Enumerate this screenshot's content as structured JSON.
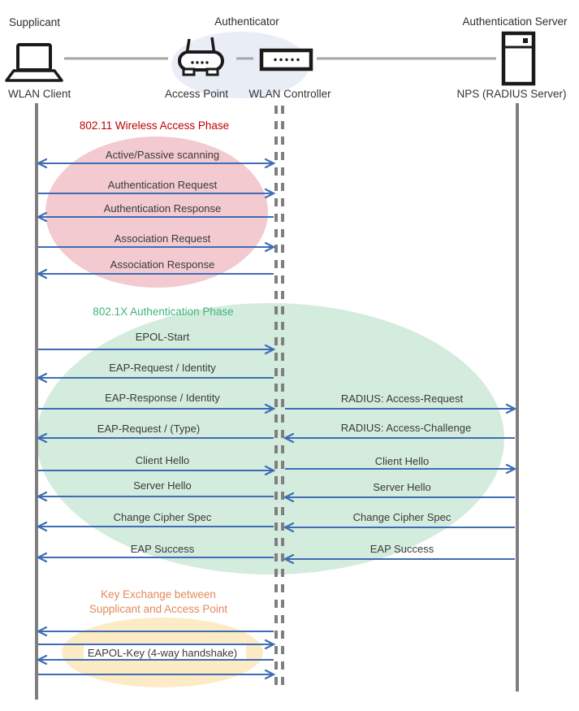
{
  "header": {
    "roles": [
      {
        "label": "Supplicant"
      },
      {
        "label": "Authenticator"
      },
      {
        "label": "Authentication Server"
      }
    ],
    "devices": [
      {
        "label": "WLAN Client",
        "icon": "laptop-icon"
      },
      {
        "label": "Access Point",
        "icon": "access-point-icon"
      },
      {
        "label": "WLAN Controller",
        "icon": "wlan-controller-icon"
      },
      {
        "label": "NPS (RADIUS Server)",
        "icon": "server-icon"
      }
    ]
  },
  "phases": [
    {
      "title": "802.11 Wireless Access Phase",
      "title_color": "#C00000",
      "ellipse_color": "#F2CAD0"
    },
    {
      "title": "802.1X Authentication Phase",
      "title_color": "#3FB57C",
      "ellipse_color": "#D4ECDE"
    },
    {
      "title_lines": [
        "Key Exchange between",
        "Supplicant and Access Point"
      ],
      "title_color": "#E2895B",
      "ellipse_color": "#FDEBC6"
    }
  ],
  "colors": {
    "arrow": "#3E6DB5",
    "lifeline": "#7F7F7F",
    "connector": "#A6A6A6",
    "icon": "#1a1a1a",
    "header_ellipse": "#E9EDF6",
    "message_text": "#3A3A3A"
  },
  "messages": [
    {
      "lane": "left",
      "dir": "both",
      "label": "Active/Passive scanning"
    },
    {
      "lane": "left",
      "dir": "right",
      "label": "Authentication Request"
    },
    {
      "lane": "left",
      "dir": "left",
      "label": "Authentication Response"
    },
    {
      "lane": "left",
      "dir": "right",
      "label": "Association Request"
    },
    {
      "lane": "left",
      "dir": "left",
      "label": "Association Response"
    },
    {
      "lane": "left",
      "dir": "right",
      "label": "EPOL-Start"
    },
    {
      "lane": "left",
      "dir": "left",
      "label": "EAP-Request / Identity"
    },
    {
      "lane": "left",
      "dir": "right",
      "label": "EAP-Response / Identity"
    },
    {
      "lane": "right",
      "dir": "right",
      "label": "RADIUS: Access-Request"
    },
    {
      "lane": "left",
      "dir": "left",
      "label": "EAP-Request / (Type)"
    },
    {
      "lane": "right",
      "dir": "left",
      "label": "RADIUS: Access-Challenge"
    },
    {
      "lane": "left",
      "dir": "right",
      "label": "Client Hello"
    },
    {
      "lane": "right",
      "dir": "right",
      "label": "Client Hello"
    },
    {
      "lane": "left",
      "dir": "left",
      "label": "Server Hello"
    },
    {
      "lane": "right",
      "dir": "left",
      "label": "Server Hello"
    },
    {
      "lane": "left",
      "dir": "left",
      "label": "Change Cipher Spec"
    },
    {
      "lane": "right",
      "dir": "left",
      "label": "Change Cipher Spec"
    },
    {
      "lane": "left",
      "dir": "left",
      "label": "EAP Success"
    },
    {
      "lane": "right",
      "dir": "left",
      "label": "EAP Success"
    },
    {
      "lane": "left",
      "dir": "left",
      "label": ""
    },
    {
      "lane": "left",
      "dir": "right",
      "label": ""
    },
    {
      "lane": "left",
      "dir": "left",
      "label": "EAPOL-Key (4-way handshake)",
      "label_box": true
    },
    {
      "lane": "left",
      "dir": "right",
      "label": ""
    }
  ]
}
